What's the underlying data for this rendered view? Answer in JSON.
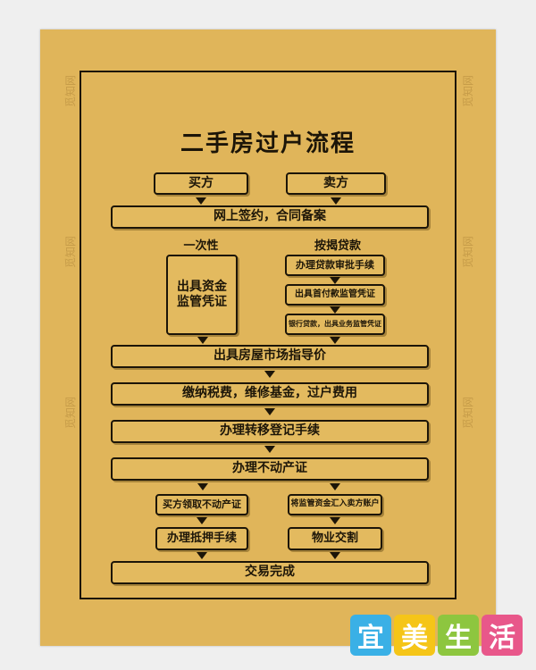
{
  "title": "二手房过户流程",
  "nodes": {
    "buyer": "买方",
    "seller": "卖方",
    "online_sign": "网上签约，合同备案",
    "branch_full_pay": "一次性",
    "branch_mortgage": "按揭贷款",
    "fund_supervision": "出具资金\n监管凭证",
    "loan_approval": "办理贷款审批手续",
    "first_payment_cert": "出具首付款监管凭证",
    "bank_loan": "银行贷款，出具业务监管凭证",
    "market_price": "出具房屋市场指导价",
    "pay_tax": "缴纳税费，维修基金，过户费用",
    "transfer_reg": "办理转移登记手续",
    "property_cert": "办理不动产证",
    "buyer_get_cert": "买方领取不动产证",
    "funds_to_seller": "将监管资金汇入卖方账户",
    "mortgage": "办理抵押手续",
    "handover": "物业交割",
    "complete": "交易完成"
  },
  "logo": {
    "chars": [
      "宜",
      "美",
      "生",
      "活"
    ],
    "colors": [
      "#3ab0e6",
      "#f5c518",
      "#8dc63f",
      "#e8578a"
    ]
  },
  "watermark": "觅知网",
  "colors": {
    "paper": "#e0b55a",
    "ink": "#1c1508"
  }
}
